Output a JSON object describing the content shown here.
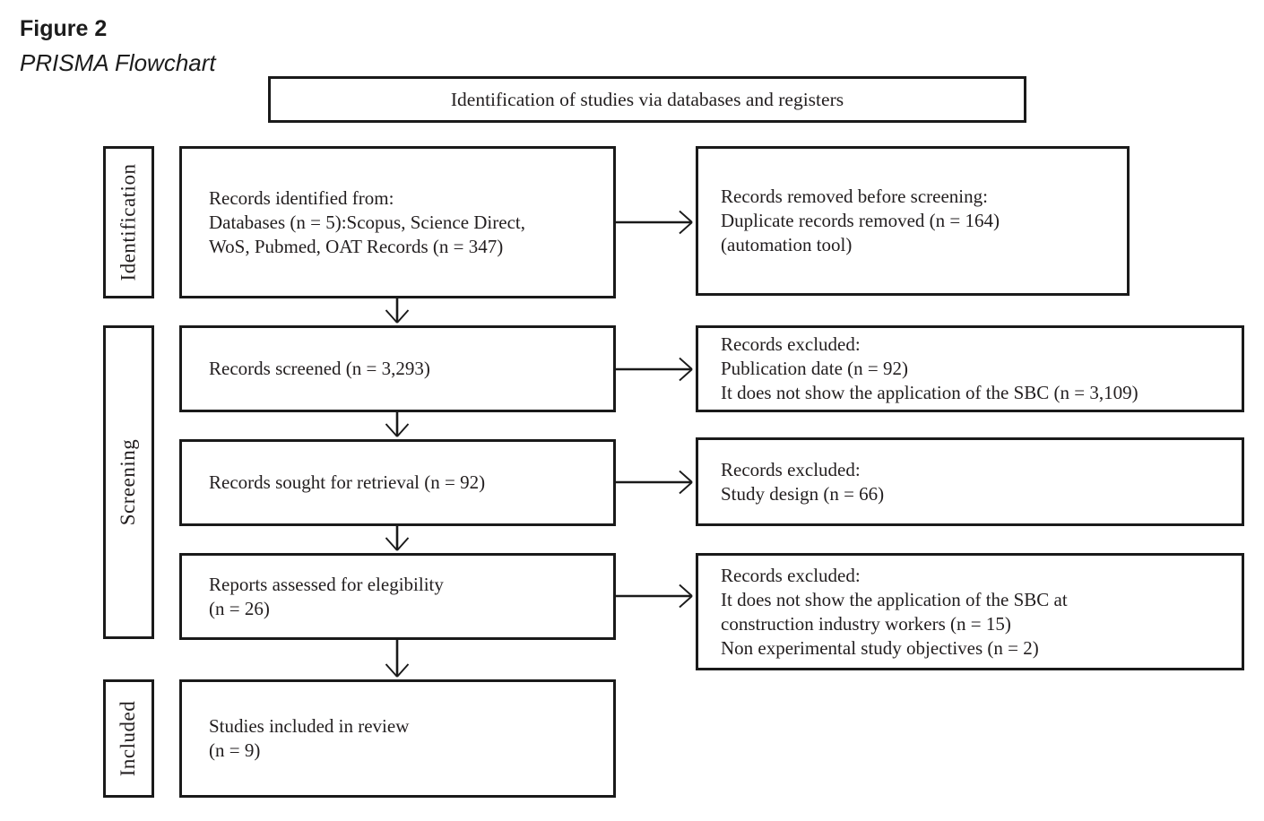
{
  "figure": {
    "label": "Figure 2",
    "title": "PRISMA Flowchart"
  },
  "header": {
    "text": "Identification of studies via databases and registers"
  },
  "stages": [
    {
      "label": "Identification"
    },
    {
      "label": "Screening"
    },
    {
      "label": "Included"
    }
  ],
  "main_boxes": [
    {
      "lines": [
        "Records identified from:",
        "Databases (n = 5):Scopus, Science Direct,",
        "WoS, Pubmed, OAT Records (n = 347)"
      ]
    },
    {
      "lines": [
        "Records screened (n = 3,293)"
      ]
    },
    {
      "lines": [
        "Records sought for retrieval (n = 92)"
      ]
    },
    {
      "lines": [
        "Reports assessed for elegibility",
        "(n = 26)"
      ]
    },
    {
      "lines": [
        "Studies included in review",
        "(n = 9)"
      ]
    }
  ],
  "side_boxes": [
    {
      "lines": [
        "Records removed before screening:",
        "Duplicate records removed (n = 164)",
        "(automation tool)"
      ]
    },
    {
      "lines": [
        "Records excluded:",
        "Publication date (n = 92)",
        "It does not show the application of the SBC (n = 3,109)"
      ]
    },
    {
      "lines": [
        "Records excluded:",
        "Study design (n = 66)"
      ]
    },
    {
      "lines": [
        "Records excluded:",
        "It does not show the application of the SBC at",
        "construction industry workers (n = 15)",
        "Non experimental study objectives (n = 2)"
      ]
    }
  ],
  "colors": {
    "line": "#1a1a1a",
    "text": "#221e1f",
    "background": "#ffffff"
  }
}
